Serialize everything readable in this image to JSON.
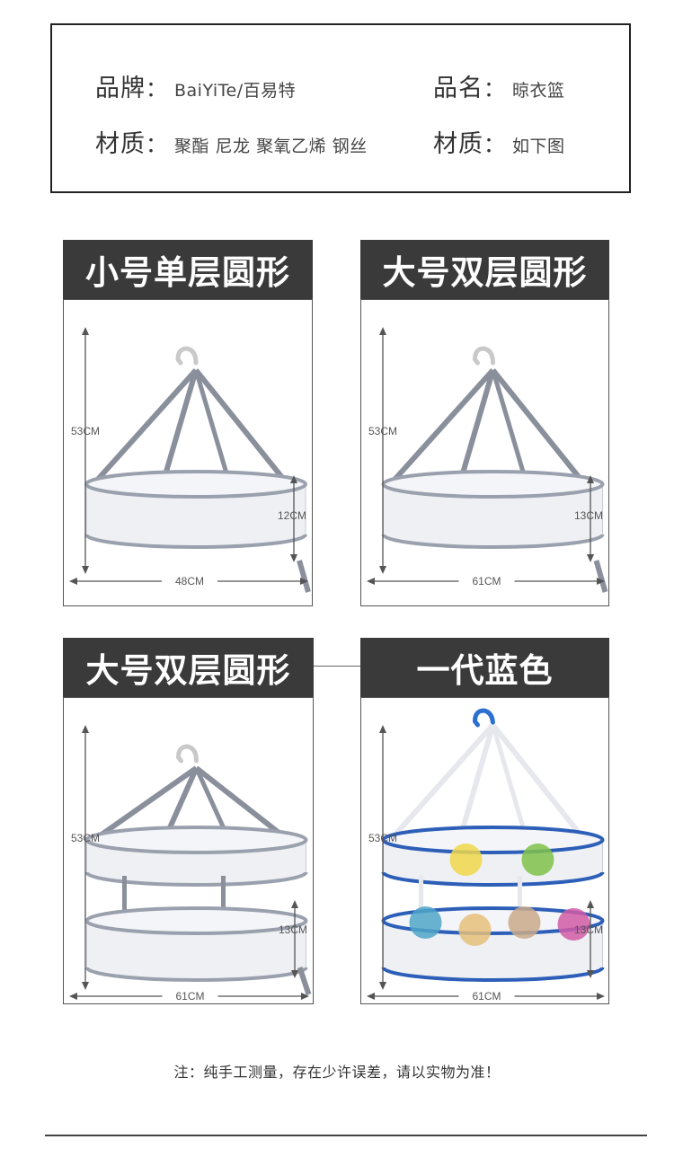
{
  "specs": {
    "brand_label": "品牌",
    "brand_value": "BaiYiTe/百易特",
    "name_label": "品名",
    "name_value": "晾衣篮",
    "material_label": "材质",
    "material_value": "聚酯 尼龙 聚氧乙烯 钢丝",
    "material2_label": "材质",
    "material2_value": "如下图",
    "colon": "："
  },
  "panels": [
    {
      "title": "小号单层圆形",
      "height_label": "53CM",
      "depth_label": "12CM",
      "width_label": "48CM",
      "variant": "single-gray"
    },
    {
      "title": "大号双层圆形",
      "height_label": "53CM",
      "depth_label": "13CM",
      "width_label": "61CM",
      "variant": "single-gray"
    },
    {
      "title": "大号双层圆形",
      "height_label": "53CM",
      "depth_label": "13CM",
      "width_label": "61CM",
      "variant": "double-gray"
    },
    {
      "title": "一代蓝色",
      "height_label": "53CM",
      "depth_label": "13CM",
      "width_label": "61CM",
      "variant": "double-blue"
    }
  ],
  "note": "注：纯手工测量，存在少许误差，请以实物为准！",
  "colors": {
    "title_bg": "#3a3a3a",
    "strap_gray": "#8a8f9c",
    "rim_blue": "#2d5fb8",
    "mesh": "#e9ebf0"
  }
}
